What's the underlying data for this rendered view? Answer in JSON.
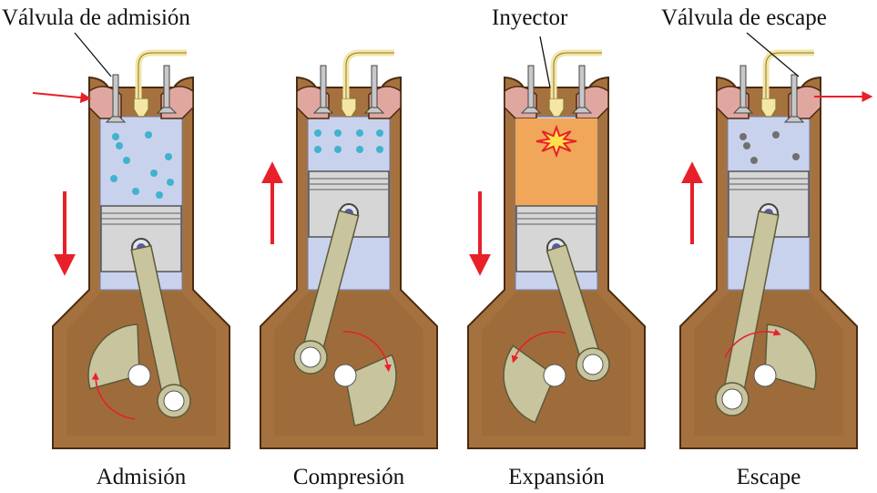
{
  "labels": {
    "intake_valve": "Válvula de admisión",
    "injector": "Inyector",
    "exhaust_valve": "Válvula de escape"
  },
  "strokes": [
    {
      "name": "Admisión",
      "piston": "down",
      "valves": "intake-open",
      "contents": "air",
      "crank_arrow": "clockwise"
    },
    {
      "name": "Compresión",
      "piston": "up",
      "valves": "closed",
      "contents": "compressed-air",
      "crank_arrow": "clockwise"
    },
    {
      "name": "Expansión",
      "piston": "down",
      "valves": "closed",
      "contents": "combustion",
      "crank_arrow": "counterclockwise"
    },
    {
      "name": "Escape",
      "piston": "up",
      "valves": "exhaust-open",
      "contents": "exhaust-gas",
      "crank_arrow": "clockwise"
    }
  ],
  "colors": {
    "engine_block": "#a5723f",
    "block_outline": "#4a2a10",
    "cylinder": "#c9d2ec",
    "piston": "#d6d6d6",
    "crank": "#c7c49e",
    "arrow": "#e8202a",
    "air_particles": "#3fb3cf",
    "exhaust_particles": "#707070",
    "combustion": "#f0a75a",
    "injector": "#f3e6a6",
    "chamber_pink": "#e0a7a0"
  }
}
